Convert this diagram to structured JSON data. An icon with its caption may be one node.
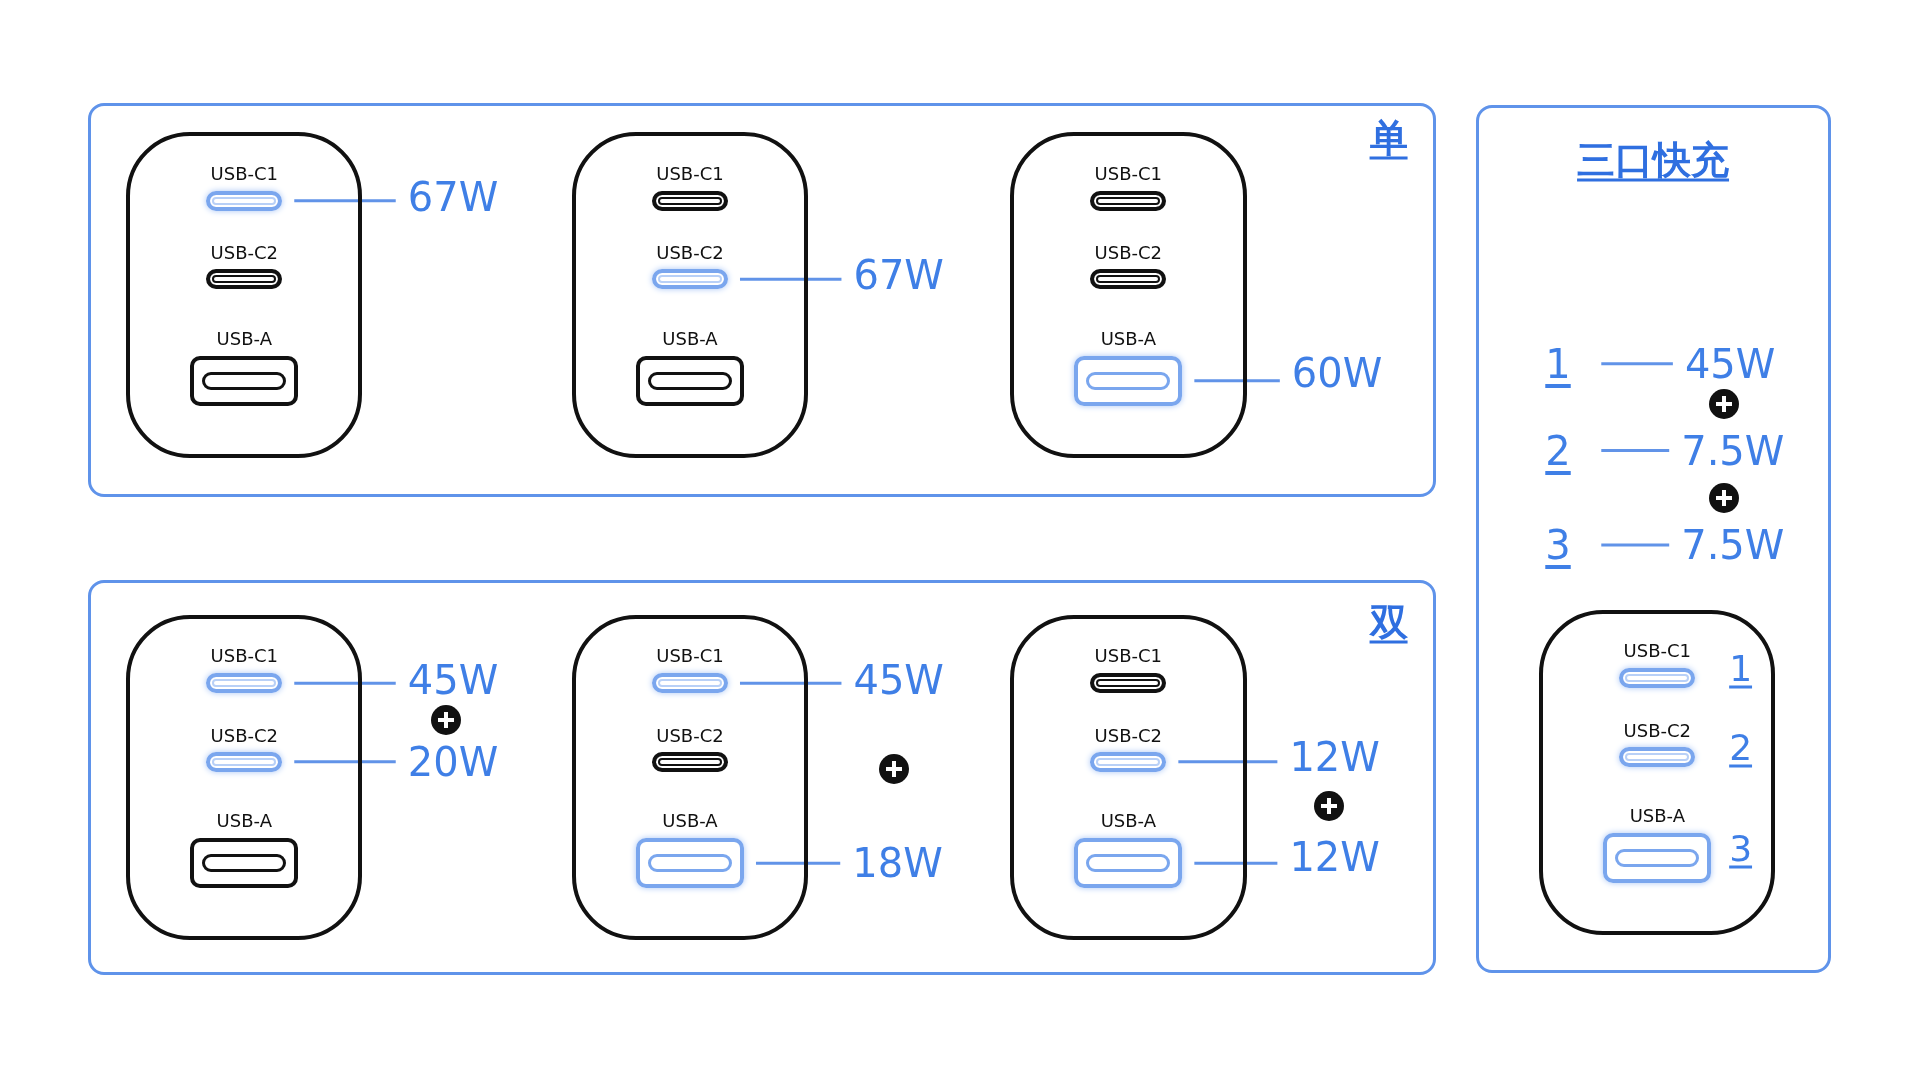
{
  "diagram": {
    "nodes": [
      {
        "text": [
          "单"
        ]
      },
      {
        "text": [
          "USB-C1",
          "USB-C2",
          "USB-A"
        ],
        "in": 0
      },
      {
        "text": [],
        "shape": "box",
        "in": 1
      },
      {
        "text": [],
        "shape": "box",
        "in": 1
      },
      {
        "text": [],
        "shape": "box",
        "in": 1
      },
      {
        "text": [
          "67W"
        ],
        "in": 0
      },
      {
        "text": [
          "USB-C1",
          "USB-C2",
          "USB-A"
        ],
        "in": 0
      },
      {
        "text": [],
        "shape": "box",
        "in": 6
      },
      {
        "text": [],
        "shape": "box",
        "in": 6
      },
      {
        "text": [],
        "shape": "box",
        "in": 6
      },
      {
        "text": [
          "67W"
        ],
        "in": 0
      },
      {
        "text": [
          "USB-C1",
          "USB-C2",
          "USB-A"
        ],
        "in": 0
      },
      {
        "text": [],
        "shape": "box",
        "in": 11
      },
      {
        "text": [],
        "shape": "box",
        "in": 11
      },
      {
        "text": [],
        "shape": "box",
        "in": 11
      },
      {
        "text": [
          "60W"
        ],
        "in": 0
      },
      {
        "text": [
          "双"
        ]
      },
      {
        "text": [
          "USB-C1",
          "USB-C2",
          "USB-A"
        ],
        "in": 16
      },
      {
        "text": [],
        "shape": "box",
        "in": 17
      },
      {
        "text": [],
        "shape": "box",
        "in": 17
      },
      {
        "text": [],
        "shape": "box",
        "in": 17
      },
      {
        "text": [
          "45W"
        ],
        "in": 16
      },
      {
        "text": [
          "20W"
        ],
        "in": 16
      },
      {
        "text": [
          "USB-C1",
          "USB-C2",
          "USB-A"
        ],
        "in": 16
      },
      {
        "text": [],
        "shape": "box",
        "in": 23
      },
      {
        "text": [],
        "shape": "box",
        "in": 23
      },
      {
        "text": [],
        "shape": "box",
        "in": 23
      },
      {
        "text": [
          "45W"
        ],
        "in": 16
      },
      {
        "text": [
          "18W"
        ],
        "in": 16
      },
      {
        "text": [
          "USB-C1",
          "USB-C2",
          "USB-A"
        ],
        "in": 16
      },
      {
        "text": [],
        "shape": "box",
        "in": 29
      },
      {
        "text": [],
        "shape": "box",
        "in": 29
      },
      {
        "text": [],
        "shape": "box",
        "in": 29
      },
      {
        "text": [
          "12W"
        ],
        "in": 16
      },
      {
        "text": [
          "12W"
        ],
        "in": 16
      },
      {
        "text": [
          "三口快充"
        ]
      },
      {
        "text": [
          "1"
        ],
        "in": 35
      },
      {
        "text": [
          "45W"
        ],
        "in": 35
      },
      {
        "text": [
          "2"
        ],
        "in": 35
      },
      {
        "text": [
          "7.5W"
        ],
        "in": 35
      },
      {
        "text": [
          "3"
        ],
        "in": 35
      },
      {
        "text": [
          "7.5W"
        ],
        "in": 35
      },
      {
        "text": [
          "USB-C1",
          "USB-C2",
          "USB-A"
        ],
        "in": 35
      },
      {
        "text": [],
        "shape": "box",
        "in": 42,
        "beside": [
          "1"
        ]
      },
      {
        "text": [],
        "shape": "box",
        "in": 42,
        "beside": [
          "2"
        ]
      },
      {
        "text": [],
        "shape": "box",
        "in": 42,
        "beside": [
          "3"
        ]
      }
    ],
    "edges": [
      {
        "from": 2,
        "to": 5,
        "arrow": "none"
      },
      {
        "from": 8,
        "to": 10,
        "arrow": "none"
      },
      {
        "from": 14,
        "to": 15,
        "arrow": "none"
      },
      {
        "from": 18,
        "to": 21,
        "arrow": "none"
      },
      {
        "from": 19,
        "to": 22,
        "arrow": "none"
      },
      {
        "from": 24,
        "to": 27,
        "arrow": "none"
      },
      {
        "from": 26,
        "to": 28,
        "arrow": "none"
      },
      {
        "from": 31,
        "to": 33,
        "arrow": "none"
      },
      {
        "from": 32,
        "to": 34,
        "arrow": "none"
      },
      {
        "from": 36,
        "to": 37,
        "arrow": "none"
      },
      {
        "from": 38,
        "to": 39,
        "arrow": "none"
      },
      {
        "from": 40,
        "to": 41,
        "arrow": "none"
      }
    ]
  }
}
